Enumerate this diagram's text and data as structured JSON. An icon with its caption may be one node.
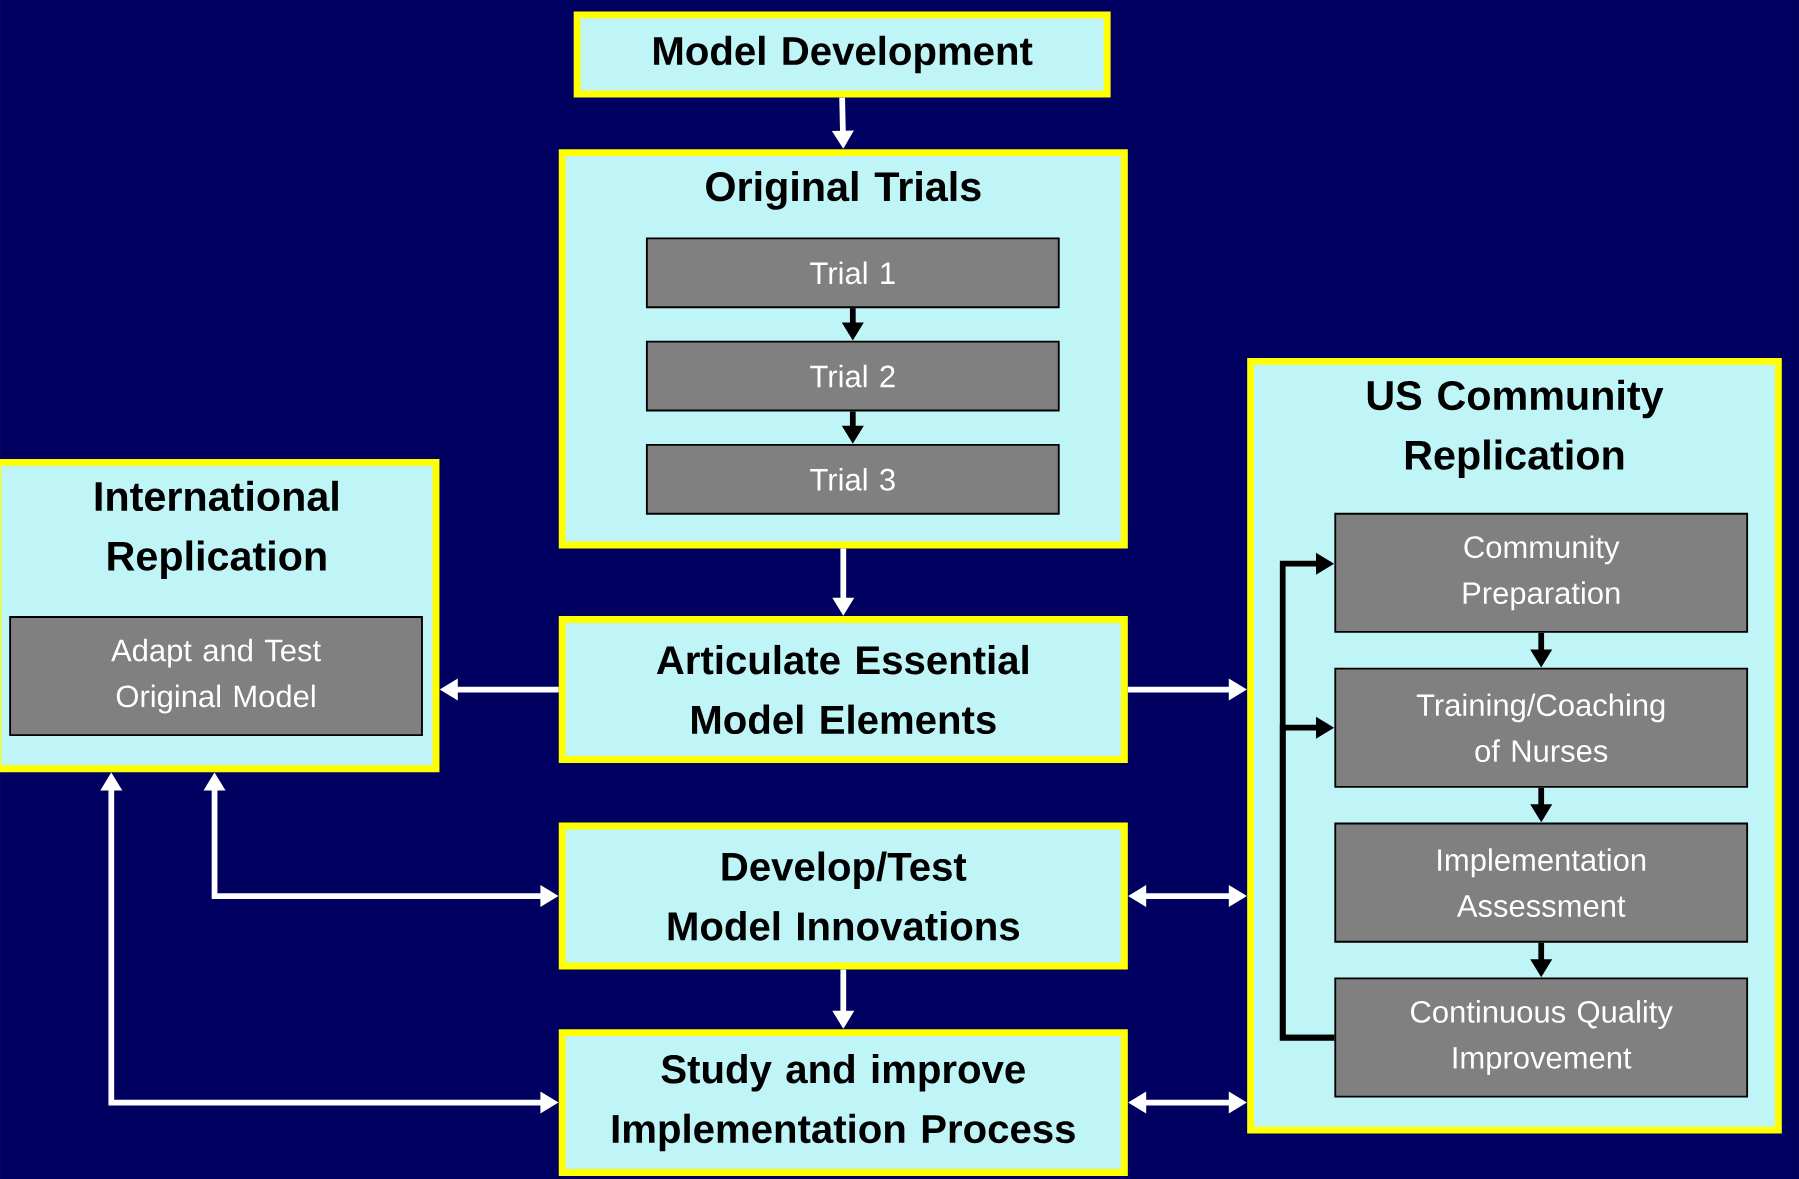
{
  "diagram": {
    "nodes": [
      {
        "text": [
          "Model Development"
        ]
      },
      {
        "text": [
          "Original Trials"
        ]
      },
      {
        "text": [
          "Trial 1"
        ],
        "in": 1
      },
      {
        "text": [
          "Trial 2"
        ],
        "in": 1
      },
      {
        "text": [
          "Trial 3"
        ],
        "in": 1
      },
      {
        "text": [
          "International Replication"
        ]
      },
      {
        "text": [
          "Adapt and Test Original Model"
        ],
        "in": 5
      },
      {
        "text": [
          "Articulate Essential Model Elements"
        ]
      },
      {
        "text": [
          "Develop/Test Model Innovations"
        ]
      },
      {
        "text": [
          "Study and improve Implementation Process"
        ]
      },
      {
        "text": [
          "US Community Replication"
        ]
      },
      {
        "text": [
          "Community Preparation"
        ],
        "in": 10
      },
      {
        "text": [
          "Training/Coaching of Nurses"
        ],
        "in": 10
      },
      {
        "text": [
          "Implementation Assessment"
        ],
        "in": 10
      },
      {
        "text": [
          "Continuous Quality Improvement"
        ],
        "in": 10
      }
    ],
    "edges": [
      {
        "from": 0,
        "to": 1,
        "arrow": "to"
      },
      {
        "from": 2,
        "to": 3,
        "arrow": "to",
        "color": "#000000"
      },
      {
        "from": 3,
        "to": 4,
        "arrow": "to",
        "color": "#000000"
      },
      {
        "from": 1,
        "to": 7,
        "arrow": "to"
      },
      {
        "from": 7,
        "to": 5,
        "arrow": "to"
      },
      {
        "from": 7,
        "to": 10,
        "arrow": "to"
      },
      {
        "from": 8,
        "to": 5,
        "arrow": "both"
      },
      {
        "from": 9,
        "to": 5,
        "arrow": "both"
      },
      {
        "from": 8,
        "to": 10,
        "arrow": "both"
      },
      {
        "from": 9,
        "to": 10,
        "arrow": "both"
      },
      {
        "from": 8,
        "to": 9,
        "arrow": "to"
      },
      {
        "from": 11,
        "to": 12,
        "arrow": "to",
        "color": "#000000"
      },
      {
        "from": 12,
        "to": 13,
        "arrow": "to",
        "color": "#000000"
      },
      {
        "from": 13,
        "to": 14,
        "arrow": "to",
        "color": "#000000"
      },
      {
        "from": 14,
        "to": 11,
        "arrow": "to",
        "color": "#000000"
      },
      {
        "from": 14,
        "to": 12,
        "arrow": "to",
        "color": "#000000"
      }
    ]
  }
}
